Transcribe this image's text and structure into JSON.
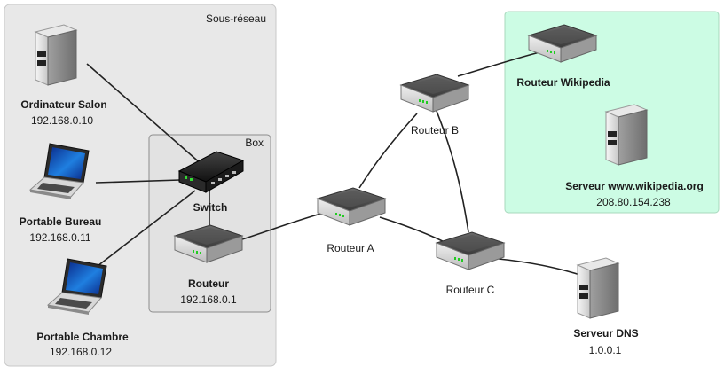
{
  "zones": {
    "subnet": "Sous-réseau",
    "box": "Box"
  },
  "nodes": {
    "salon": {
      "name": "Ordinateur Salon",
      "ip": "192.168.0.10",
      "icon": "server-tower-icon"
    },
    "bureau": {
      "name": "Portable Bureau",
      "ip": "192.168.0.11",
      "icon": "laptop-icon"
    },
    "chambre": {
      "name": "Portable Chambre",
      "ip": "192.168.0.12",
      "icon": "laptop-icon"
    },
    "switch": {
      "name": "Switch",
      "icon": "network-switch-icon"
    },
    "routeur_box": {
      "name": "Routeur",
      "ip": "192.168.0.1",
      "icon": "router-icon"
    },
    "routeur_a": {
      "name": "Routeur A",
      "icon": "router-icon"
    },
    "routeur_b": {
      "name": "Routeur B",
      "icon": "router-icon"
    },
    "routeur_c": {
      "name": "Routeur C",
      "icon": "router-icon"
    },
    "routeur_wiki": {
      "name": "Routeur Wikipedia",
      "icon": "router-icon"
    },
    "serveur_wiki": {
      "name": "Serveur www.wikipedia.org",
      "ip": "208.80.154.238",
      "icon": "server-tower-icon"
    },
    "serveur_dns": {
      "name": "Serveur DNS",
      "ip": "1.0.0.1",
      "icon": "server-tower-icon"
    }
  },
  "colors": {
    "subnet_fill": "#e8e8e8",
    "box_fill": "#e2e2e2",
    "wiki_zone_fill": "#ccfce4",
    "wiki_zone_border": "#a8d8bd",
    "link": "#222222"
  }
}
